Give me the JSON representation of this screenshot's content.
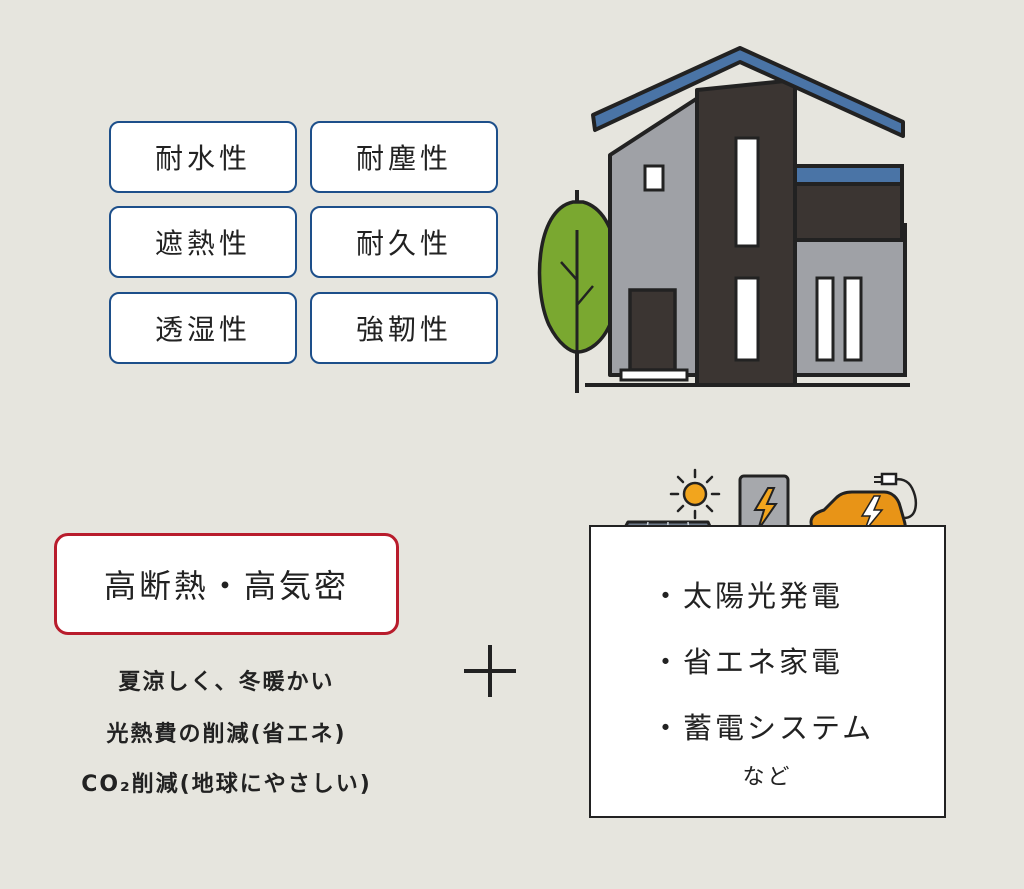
{
  "properties": [
    "耐水性",
    "耐塵性",
    "遮熱性",
    "耐久性",
    "透湿性",
    "強靭性"
  ],
  "feature": "高断熱・高気密",
  "benefits": [
    "夏涼しく、冬暖かい",
    "光熱費の削減(省エネ)",
    "CO₂削減(地球にやさしい)"
  ],
  "plus_sign": "+",
  "technologies": [
    "・太陽光発電",
    "・省エネ家電",
    "・蓄電システム"
  ],
  "technologies_etc": "など",
  "icons": [
    "sun-icon",
    "solar-panel-icon",
    "storage-battery-icon",
    "electric-car-icon"
  ],
  "colors": {
    "property_border": "#1d4f8a",
    "feature_border": "#b81c2c",
    "background": "#e6e5de",
    "roof": "#4a74a6",
    "wall_gray": "#9fa1a6",
    "wall_dark": "#3b3532",
    "tree": "#7aa830",
    "sun": "#f2a51d",
    "car": "#e89417"
  }
}
